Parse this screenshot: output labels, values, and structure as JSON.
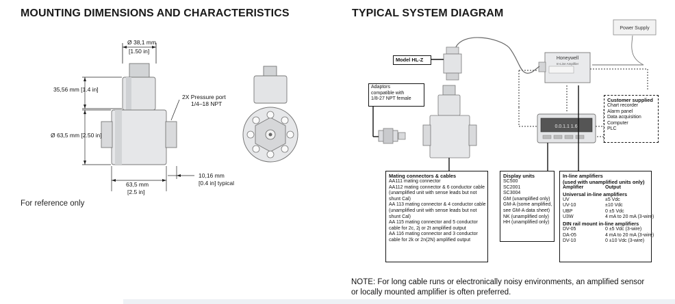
{
  "left": {
    "heading": "MOUNTING DIMENSIONS AND CHARACTERISTICS",
    "dims": {
      "top_width_mm": "Ø 38,1 mm",
      "top_width_in": "[1.50 in]",
      "height_mm": "35,56 mm [1.4 in]",
      "pressure_port_1": "2X  Pressure port",
      "pressure_port_2": "1/4–18 NPT",
      "body_dia": "Ø 63,5 mm [2.50 in]",
      "body_width_mm": "63,5 mm",
      "body_width_in": "[2.5 in]",
      "port_len_mm": "10,16 mm",
      "port_len_in": "[0.4 in] typical"
    },
    "reference_note": "For reference only"
  },
  "right": {
    "heading": "TYPICAL SYSTEM DIAGRAM",
    "power_supply": "Power Supply",
    "model_label": "Model HL-Z",
    "amplifier": {
      "brand": "Honeywell",
      "name": "In-Line Amplifier"
    },
    "display_readout": "0.0.1.1  1.6",
    "adaptors": [
      "Adaptors",
      "compatible with",
      "1/8-27 NPT female"
    ],
    "customer": {
      "title": "Customer supplied",
      "items": [
        "Chart recorder",
        "Alarm panel",
        "Data acquisition",
        "Computer",
        "PLC"
      ]
    },
    "mating": {
      "title": "Mating connectors & cables",
      "lines": [
        "AA111 mating connector",
        "AA112 mating connector & 6 conductor cable",
        "   (unamplified unit with sense leads but not",
        "   shunt Cal)",
        "AA 113 mating connector & 4 conductor cable",
        "   (unamplified unit with sense leads but not",
        "   shunt Cal)",
        "AA 115 mating connector and 5 conductor",
        "cable for 2c, 2j or 2t amplified output",
        "AA 116 mating connector and 3 conductor",
        "cable for 2k or 2n(2N) amplified output"
      ]
    },
    "display": {
      "title": "Display units",
      "lines": [
        "SC500",
        "SC2001",
        "SC3004",
        "GM (unamplified only)",
        "GM-A (some amplified,",
        "see GM-A data sheet)",
        "NK (unamplified only)",
        "HH (unamplified only)"
      ]
    },
    "inline": {
      "title1": "In-line amplifiers",
      "title2": "(used with unamplified units only)",
      "hdr_amp": "Amplifier",
      "hdr_out": "Output",
      "sub1": "Universal in-line amplifiers",
      "rows1": [
        {
          "a": "UV",
          "o": "±5 Vdc"
        },
        {
          "a": "UV-10",
          "o": "±10 Vdc"
        },
        {
          "a": "UBP",
          "o": "0 ±5 Vdc"
        },
        {
          "a": "U3W",
          "o": "4 mA to 20 mA (3-wire)"
        }
      ],
      "sub2": "DIN rail mount in-line amplifiers",
      "rows2": [
        {
          "a": "DV-05",
          "o": "0 ±5 Vdc (3-wire)"
        },
        {
          "a": "DA-05",
          "o": "4 mA to 20 mA (3-wire)"
        },
        {
          "a": "DV-10",
          "o": "0 ±10 Vdc (3-wire)"
        }
      ]
    },
    "note_line1": "NOTE: For long cable runs or electronically noisy environments, an amplified sensor",
    "note_line2": "or locally mounted amplifier is often preferred."
  }
}
